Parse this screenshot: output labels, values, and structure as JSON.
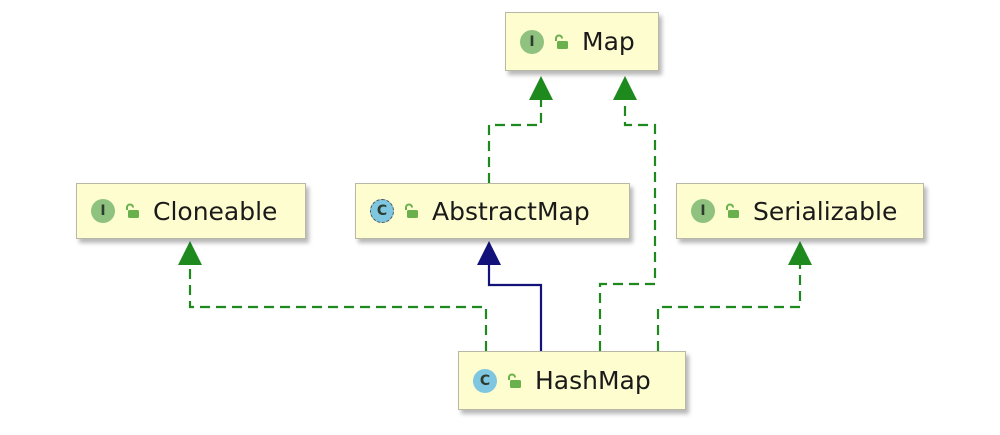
{
  "diagram": {
    "nodes": {
      "map": {
        "kind_letter": "I",
        "kind": "interface",
        "label": "Map"
      },
      "cloneable": {
        "kind_letter": "I",
        "kind": "interface",
        "label": "Cloneable"
      },
      "abstractmap": {
        "kind_letter": "C",
        "kind": "abstract-class",
        "label": "AbstractMap"
      },
      "serializable": {
        "kind_letter": "I",
        "kind": "interface",
        "label": "Serializable"
      },
      "hashmap": {
        "kind_letter": "C",
        "kind": "class",
        "label": "HashMap"
      }
    },
    "edges": [
      {
        "from": "hashmap",
        "to": "abstractmap",
        "relation": "extends"
      },
      {
        "from": "hashmap",
        "to": "map",
        "relation": "implements"
      },
      {
        "from": "hashmap",
        "to": "cloneable",
        "relation": "implements"
      },
      {
        "from": "hashmap",
        "to": "serializable",
        "relation": "implements"
      },
      {
        "from": "abstractmap",
        "to": "map",
        "relation": "implements"
      }
    ],
    "colors": {
      "implements": "#1e8a1e",
      "extends": "#12127a",
      "node_fill": "#fefdd0",
      "interface_badge": "#8fc27f",
      "class_badge": "#7fc6e0",
      "lock": "#6ab04c"
    },
    "icons": {
      "visibility": "unlocked-padlock-icon"
    }
  }
}
